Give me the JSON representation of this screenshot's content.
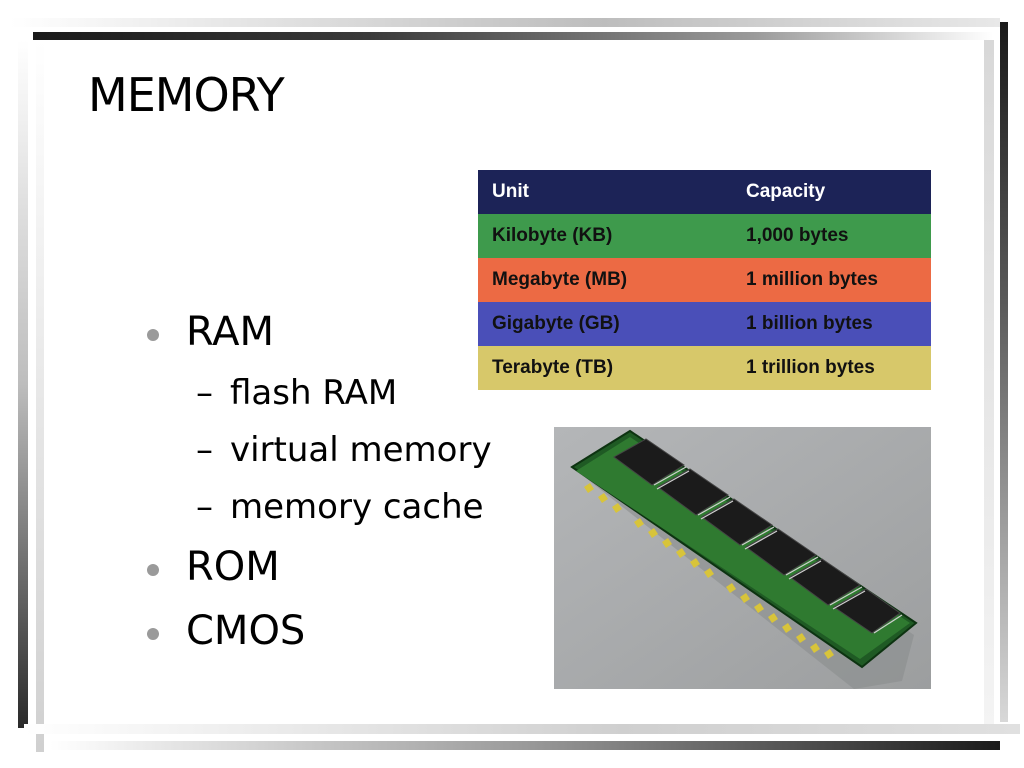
{
  "slide": {
    "title": "MEMORY",
    "bullets": [
      {
        "label": "RAM",
        "subitems": [
          "flash RAM",
          "virtual memory",
          "memory cache"
        ]
      },
      {
        "label": "ROM"
      },
      {
        "label": "CMOS"
      }
    ],
    "dash_glyph": "–"
  },
  "unit_table": {
    "headers": [
      "Unit",
      "Capacity"
    ],
    "rows": [
      {
        "unit": "Kilobyte (KB)",
        "capacity": "1,000 bytes",
        "color": "#3e9a4c"
      },
      {
        "unit": "Megabyte (MB)",
        "capacity": "1 million bytes",
        "color": "#ec6a44"
      },
      {
        "unit": "Gigabyte (GB)",
        "capacity": "1 billion bytes",
        "color": "#4a4fb8"
      },
      {
        "unit": "Terabyte (TB)",
        "capacity": "1 trillion bytes",
        "color": "#d7c86a"
      }
    ],
    "header_color": "#1c2357"
  },
  "image": {
    "subject": "ram-memory-module"
  }
}
